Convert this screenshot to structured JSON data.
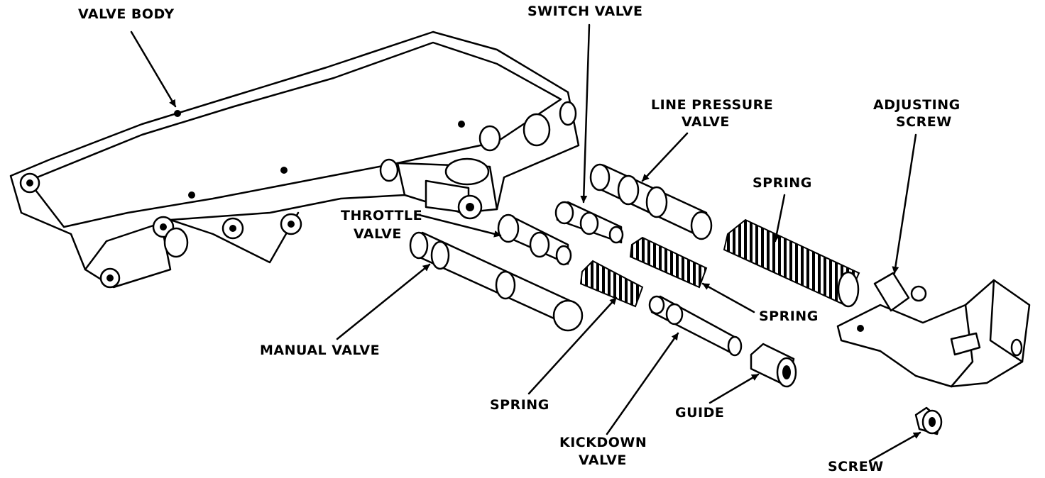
{
  "labels": {
    "valve_body": "VALVE BODY",
    "switch_valve": "SWITCH VALVE",
    "line_pressure_valve_1": "LINE PRESSURE",
    "line_pressure_valve_2": "VALVE",
    "adjusting_screw_1": "ADJUSTING",
    "adjusting_screw_2": "SCREW",
    "spring_top": "SPRING",
    "throttle_valve_1": "THROTTLE",
    "throttle_valve_2": "VALVE",
    "spring_mid": "SPRING",
    "manual_valve": "MANUAL VALVE",
    "spring_bottom": "SPRING",
    "guide": "GUIDE",
    "kickdown_valve_1": "KICKDOWN",
    "kickdown_valve_2": "VALVE",
    "screw": "SCREW"
  }
}
